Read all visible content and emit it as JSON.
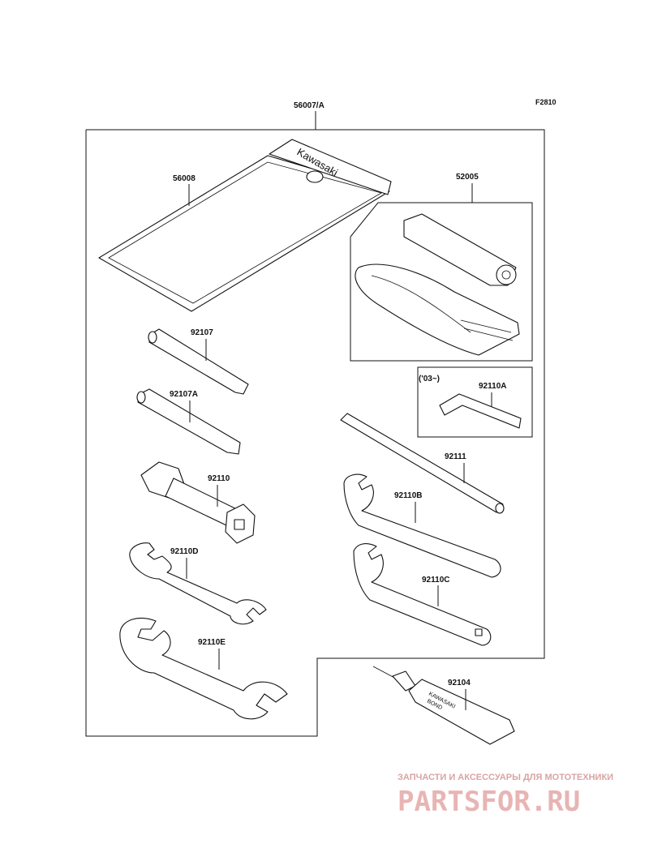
{
  "figure_code": "F2810",
  "assembly_label": "56007/A",
  "labels": {
    "owners_manual": "56008",
    "pouch": "52005",
    "screwdriver_a": "92107",
    "screwdriver_b": "92107A",
    "plug_wrench": "92110",
    "wrench_d": "92110D",
    "wrench_e": "92110E",
    "hex_key_note": "('03~)",
    "hex_key": "92110A",
    "extension_bar": "92111",
    "spanner_b": "92110B",
    "spanner_c": "92110C",
    "bond": "92104"
  },
  "brand_text": "Kawasaki",
  "bond_text": [
    "KAWASAKI",
    "BOND"
  ],
  "watermark": {
    "tagline": "ЗАПЧАСТИ И АКСЕССУАРЫ ДЛЯ МОТОТЕХНИКИ",
    "site": "PARTSFOR.RU",
    "color": "#e8b4b4"
  }
}
